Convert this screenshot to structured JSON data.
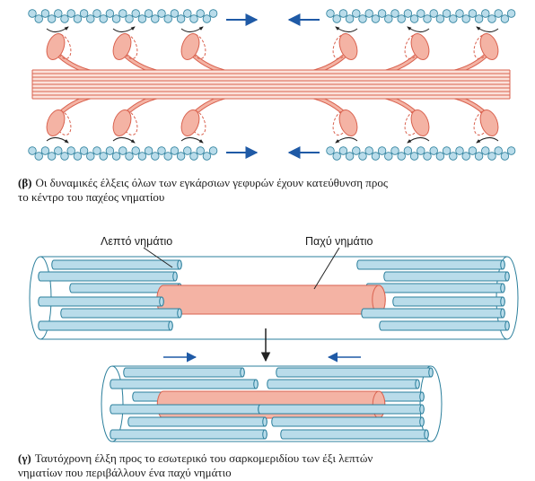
{
  "panel_b": {
    "letter": "(β)",
    "caption_line1": "Οι δυναμικές έλξεις όλων των εγκάρσιων γεφυρών έχουν κατεύθυνση προς",
    "caption_line2": "το κέντρο του παχέος νηματίου"
  },
  "panel_c": {
    "letter": "(γ)",
    "caption_line1": "Ταυτόχρονη έλξη προς το εσωτερικό του σαρκομεριδίου των έξι λεπτών",
    "caption_line2": "νηματίων που περιβάλλουν ένα παχύ νημάτιο",
    "label_thin": "Λεπτό νημάτιο",
    "label_thick": "Παχύ νημάτιο"
  },
  "colors": {
    "actin_fill": "#b9dcea",
    "actin_stroke": "#2b7f9c",
    "myosin_fill": "#f4b3a4",
    "myosin_stroke": "#d9624f",
    "arrow": "#1f5aa6"
  }
}
